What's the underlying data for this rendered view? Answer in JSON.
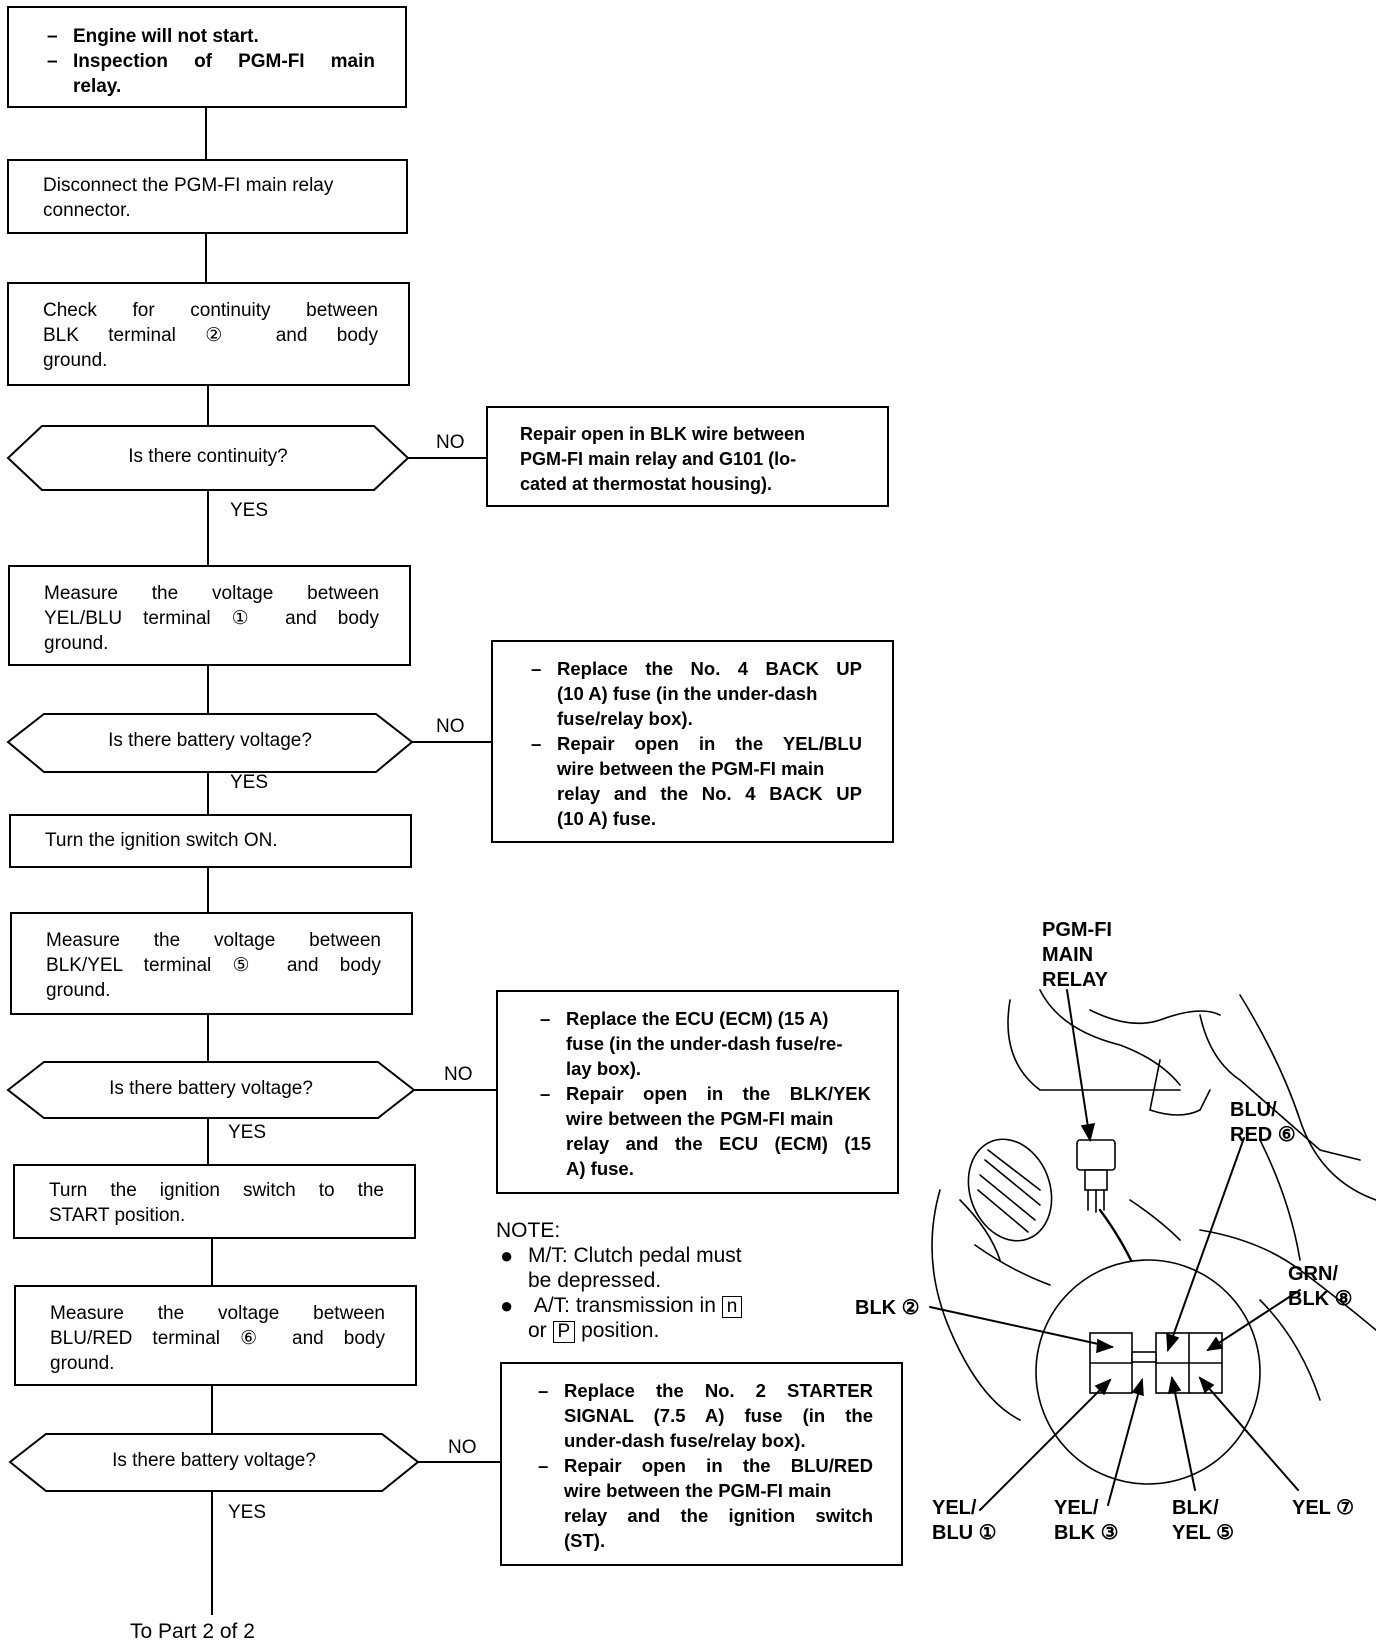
{
  "flowchart": {
    "start_lines": [
      "Engine will not start.",
      "Inspection of PGM-FI main",
      "relay."
    ],
    "step_disconnect": [
      "Disconnect the PGM-FI main relay",
      "connector."
    ],
    "step_continuity": [
      "Check for continuity between",
      "BLK terminal ② and body",
      "ground."
    ],
    "decision_continuity": "Is there continuity?",
    "repair_blk": [
      "Repair open in BLK wire between",
      "PGM-FI main relay and G101 (lo-",
      "cated at thermostat housing)."
    ],
    "step_measure_yelblu": [
      "Measure the voltage between",
      "YEL/BLU terminal ① and body",
      "ground."
    ],
    "decision_battery_1": "Is there battery voltage?",
    "repair_backup": {
      "item1": [
        "Replace the No. 4 BACK UP",
        "(10 A) fuse (in the under-dash",
        "fuse/relay box)."
      ],
      "item2": [
        "Repair open in the YEL/BLU",
        "wire between the PGM-FI main",
        "relay and the No. 4 BACK UP",
        "(10 A) fuse."
      ]
    },
    "step_ignition_on": "Turn the ignition switch ON.",
    "step_measure_blkyel": [
      "Measure the voltage between",
      "BLK/YEL terminal ⑤ and body",
      "ground."
    ],
    "decision_battery_2": "Is there battery voltage?",
    "repair_ecu": {
      "item1": [
        "Replace the ECU (ECM) (15 A)",
        "fuse (in the under-dash fuse/re-",
        "lay box)."
      ],
      "item2": [
        "Repair open in the BLK/YEK",
        "wire between the PGM-FI main",
        "relay and the ECU (ECM) (15",
        "A) fuse."
      ]
    },
    "step_ignition_start": [
      "Turn the ignition switch to the",
      "START position."
    ],
    "step_measure_blured": [
      "Measure the voltage between",
      "BLU/RED terminal ⑥ and body",
      "ground."
    ],
    "decision_battery_3": "Is there battery voltage?",
    "repair_starter": {
      "item1": [
        "Replace the No. 2 STARTER",
        "SIGNAL (7.5 A) fuse (in the",
        "under-dash fuse/relay box)."
      ],
      "item2": [
        "Repair open in the BLU/RED",
        "wire between the PGM-FI main",
        "relay and the ignition switch",
        "(ST)."
      ]
    },
    "no_label": "NO",
    "yes_label": "YES",
    "to_part": "To Part 2 of 2"
  },
  "note": {
    "title": "NOTE:",
    "mt_line1": "M/T: Clutch pedal must",
    "mt_line2": "be depressed.",
    "at_prefix": "A/T: transmission in",
    "at_box1": "n",
    "at_or": "or",
    "at_box2": "P",
    "at_suffix": "position."
  },
  "diagram": {
    "relay_label": [
      "PGM-FI",
      "MAIN",
      "RELAY"
    ],
    "blk2": "BLK ②",
    "blured6": [
      "BLU/",
      "RED ⑥"
    ],
    "grnblk8": [
      "GRN/",
      "BLK ⑧"
    ],
    "yelblu1": [
      "YEL/",
      "BLU ①"
    ],
    "yelblk3": [
      "YEL/",
      "BLK ③"
    ],
    "blkyel5": [
      "BLK/",
      "YEL ⑤"
    ],
    "yel7": "YEL ⑦"
  }
}
